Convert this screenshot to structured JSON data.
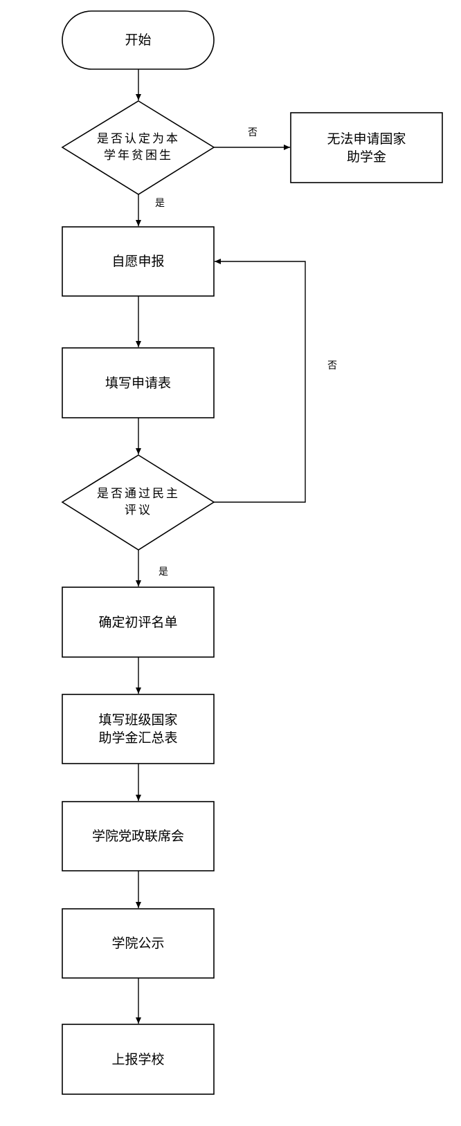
{
  "title": "国家助学金申请流程图",
  "nodes": {
    "start": "开始",
    "decision1": "是否认定为本\n学年贫困生",
    "reject": "无法申请国家\n助学金",
    "apply": "自愿申报",
    "fill_form": "填写申请表",
    "decision2": "是否通过民主\n评议",
    "initial_list": "确定初评名单",
    "class_summary": "填写班级国家\n助学金汇总表",
    "college_meeting": "学院党政联席会",
    "college_notice": "学院公示",
    "submit_school": "上报学校"
  },
  "edges": {
    "d1_no": "否",
    "d1_yes": "是",
    "d2_no": "否",
    "d2_yes": "是"
  },
  "colors": {
    "line": "#000000",
    "background": "#ffffff"
  }
}
